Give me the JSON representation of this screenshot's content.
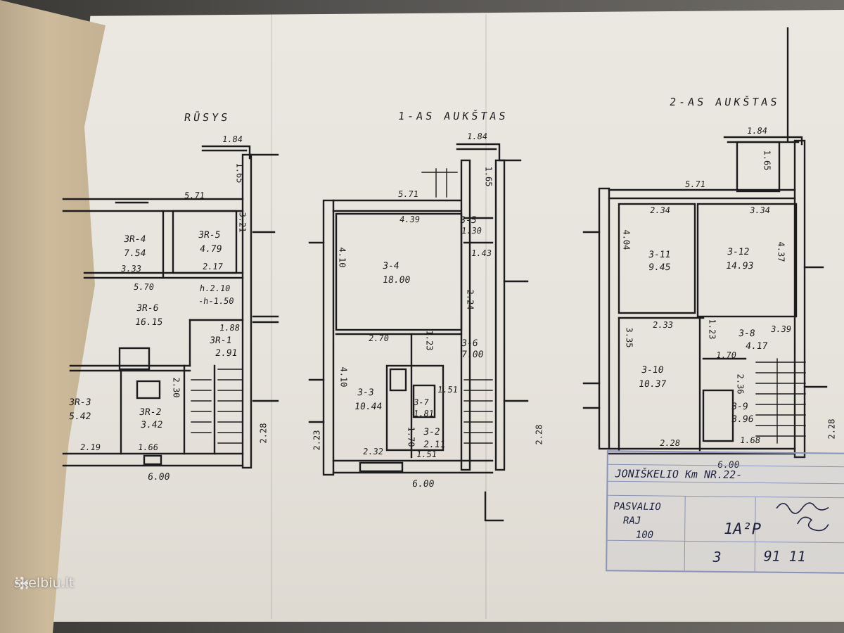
{
  "floors": {
    "basement": {
      "title": "RŪSYS",
      "dims": [
        "1.84",
        "1.65",
        "5.71",
        "3.21",
        "3.33",
        "2.17",
        "5.70",
        "1.88",
        "2.30",
        "2.19",
        "1.66",
        "2.28",
        "6.00"
      ],
      "heights": [
        "h.2.10",
        "-h-1.50"
      ],
      "rooms": [
        {
          "id": "3R-4",
          "area": "7.54"
        },
        {
          "id": "3R-5",
          "area": "4.79"
        },
        {
          "id": "3R-6",
          "area": "16.15"
        },
        {
          "id": "3R-1",
          "area": "2.91"
        },
        {
          "id": "3R-3",
          "area": "5.42"
        },
        {
          "id": "3R-2",
          "area": "3.42"
        }
      ]
    },
    "first": {
      "title": "1-AS AUKŠTAS",
      "dims": [
        "1.84",
        "1.65",
        "5.71",
        "4.39",
        "4.10",
        "1.43",
        "2.24",
        "2.70",
        "1.23",
        "4.10",
        "1.51",
        "1.81",
        "1.70",
        "2.32",
        "1.51",
        "2.23",
        "2.28",
        "6.00"
      ],
      "rooms": [
        {
          "id": "3-5",
          "area": "1.30"
        },
        {
          "id": "3-4",
          "area": "18.00"
        },
        {
          "id": "3-6",
          "area": "7.00"
        },
        {
          "id": "3-3",
          "area": "10.44"
        },
        {
          "id": "3-7",
          "area": ""
        },
        {
          "id": "3-2",
          "area": "2.11"
        }
      ]
    },
    "second": {
      "title": "2-AS AUKŠTAS",
      "dims": [
        "1.84",
        "1.65",
        "5.71",
        "2.34",
        "3.34",
        "4.04",
        "4.37",
        "2.33",
        "3.35",
        "1.23",
        "3.39",
        "1.70",
        "2.36",
        "2.28",
        "1.68",
        "2.28",
        "6.00"
      ],
      "rooms": [
        {
          "id": "3-11",
          "area": "9.45"
        },
        {
          "id": "3-12",
          "area": "14.93"
        },
        {
          "id": "3-8",
          "area": "4.17"
        },
        {
          "id": "3-10",
          "area": "10.37"
        },
        {
          "id": "3-9",
          "area": "3.96"
        }
      ]
    }
  },
  "stamp": {
    "address": "JONIŠKELIO Km NR.22-",
    "district_1": "PASVALIO",
    "district_2": "RAJ",
    "scale": "100",
    "code": "1A²P",
    "sheet": "3",
    "date": "91 11"
  },
  "watermark": "skelbiu.lt",
  "colors": {
    "ink": "#1c1c1e",
    "stamp": "#5d6796",
    "paper": "#e8e5de"
  }
}
